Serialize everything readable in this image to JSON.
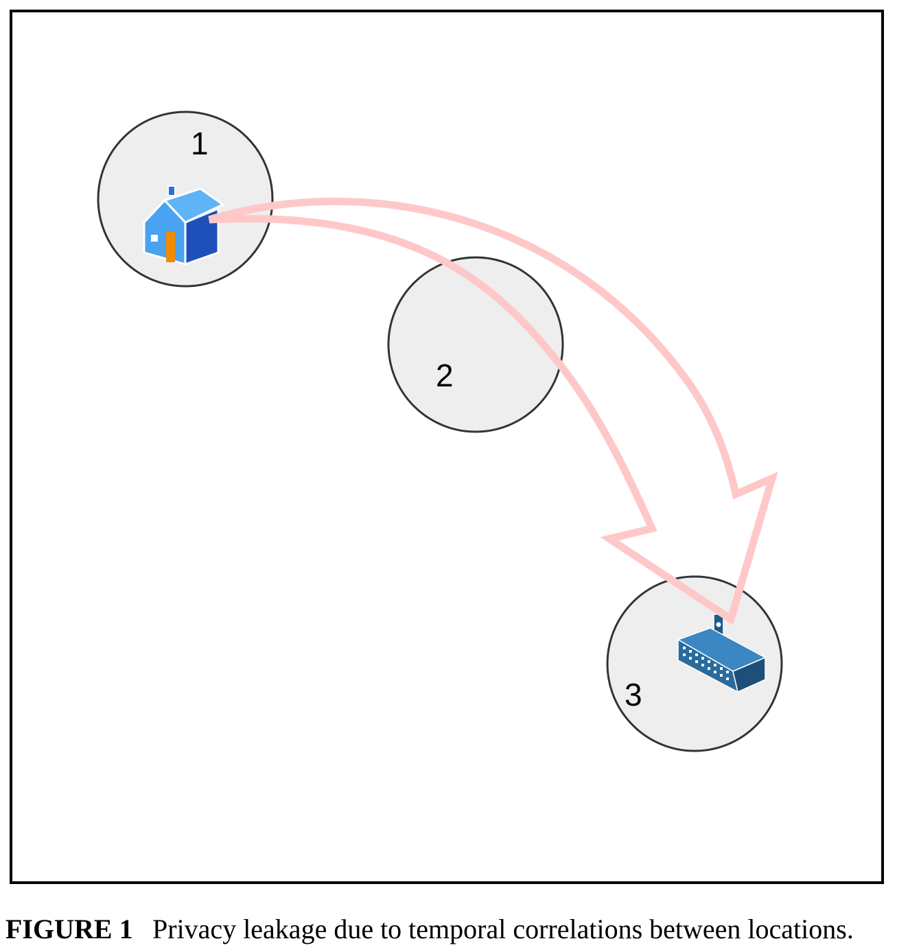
{
  "locations": [
    {
      "label": "1",
      "icon": "house-icon"
    },
    {
      "label": "2",
      "icon": ""
    },
    {
      "label": "3",
      "icon": "office-building-icon"
    }
  ],
  "arrows": [
    {
      "from": "1",
      "to": "3",
      "color": "#ffc8c8"
    },
    {
      "from": "1",
      "to": "3",
      "color": "#ffc8c8"
    }
  ],
  "caption": {
    "figure_label": "FIGURE 1",
    "text": "Privacy leakage due to temporal correlations between locations."
  },
  "colors": {
    "frame_border": "#000000",
    "circle_fill": "#eeeeee",
    "circle_stroke": "#333333",
    "arrow_stroke": "#ffc8c8",
    "house_roof": "#4aa3f0",
    "house_wall": "#2d6fd6",
    "house_door": "#f08a00",
    "building_body": "#2a6a9c",
    "watermark": "#cfe9fb"
  }
}
